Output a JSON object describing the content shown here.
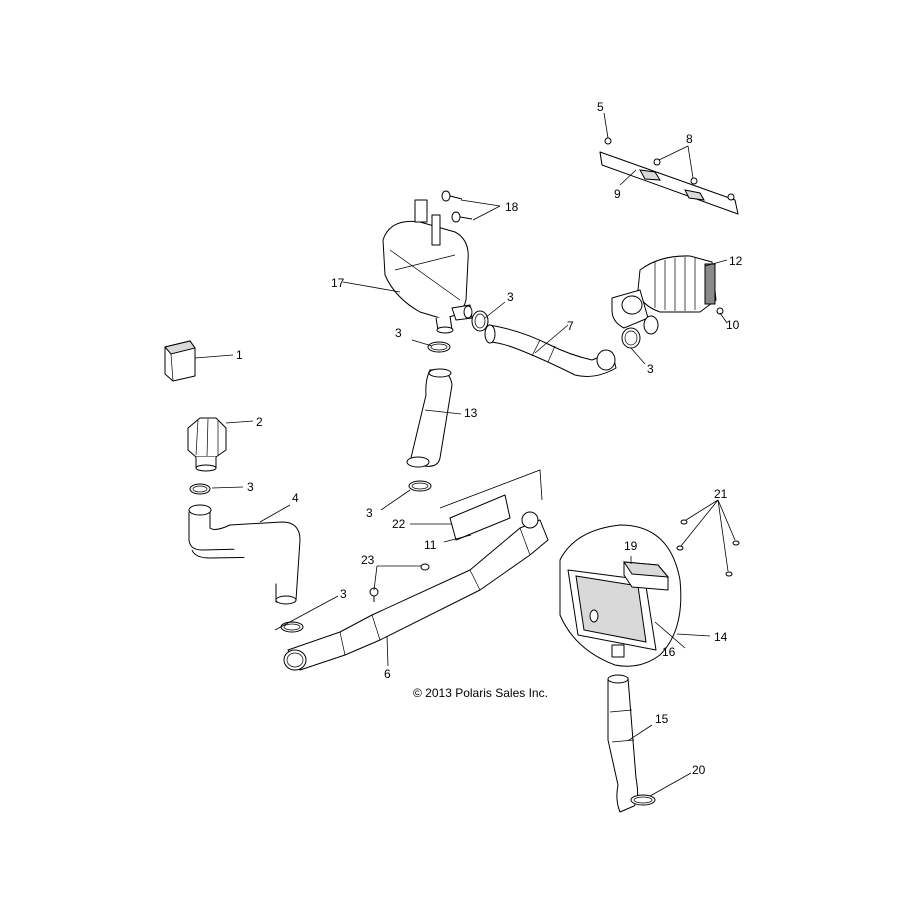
{
  "copyright": "© 2013 Polaris Sales Inc.",
  "callouts": {
    "c1": "1",
    "c2": "2",
    "c3a": "3",
    "c3b": "3",
    "c3c": "3",
    "c3d": "3",
    "c3e": "3",
    "c3f": "3",
    "c4": "4",
    "c5": "5",
    "c6": "6",
    "c7": "7",
    "c8": "8",
    "c9": "9",
    "c10": "10",
    "c11": "11",
    "c12": "12",
    "c13": "13",
    "c14": "14",
    "c15": "15",
    "c16": "16",
    "c17": "17",
    "c18": "18",
    "c19": "19",
    "c20": "20",
    "c21": "21",
    "c22": "22",
    "c23": "23"
  }
}
